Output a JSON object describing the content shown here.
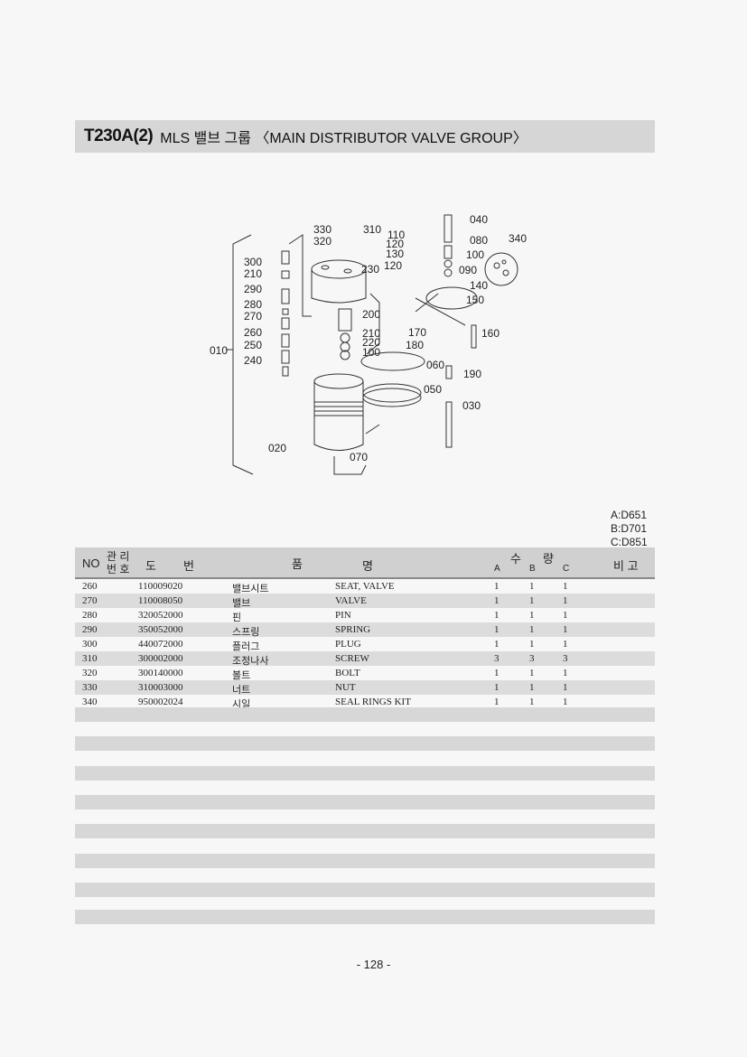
{
  "header": {
    "code": "T230A(2)",
    "title": "MLS 밸브 그룹 〈MAIN DISTRIBUTOR VALVE GROUP〉"
  },
  "diagram_labels": [
    "330",
    "320",
    "310",
    "110",
    "120",
    "130",
    "120",
    "230",
    "300",
    "210",
    "290",
    "280",
    "270",
    "260",
    "250",
    "240",
    "010",
    "200",
    "210",
    "220",
    "100",
    "040",
    "080",
    "340",
    "100",
    "090",
    "140",
    "150",
    "160",
    "170",
    "180",
    "060",
    "190",
    "050",
    "030",
    "020",
    "070"
  ],
  "models": [
    "A:D651",
    "B:D701",
    "C:D851"
  ],
  "table": {
    "headers": {
      "no": "NO",
      "mgmt_top": "관 리",
      "mgmt_bottom": "번 호",
      "drawing": "도",
      "number": "번",
      "item": "품",
      "name": "명",
      "qty": "수",
      "qty2": "량",
      "a": "A",
      "b": "B",
      "c": "C",
      "remark": "비 고"
    },
    "rows": [
      {
        "no": "260",
        "part": "110009020",
        "kr": "밸브시트",
        "en": "SEAT, VALVE",
        "a": "1",
        "b": "1",
        "c": "1"
      },
      {
        "no": "270",
        "part": "110008050",
        "kr": "밸브",
        "en": "VALVE",
        "a": "1",
        "b": "1",
        "c": "1"
      },
      {
        "no": "280",
        "part": "320052000",
        "kr": "핀",
        "en": "PIN",
        "a": "1",
        "b": "1",
        "c": "1"
      },
      {
        "no": "290",
        "part": "350052000",
        "kr": "스프링",
        "en": "SPRING",
        "a": "1",
        "b": "1",
        "c": "1"
      },
      {
        "no": "300",
        "part": "440072000",
        "kr": "플러그",
        "en": "PLUG",
        "a": "1",
        "b": "1",
        "c": "1"
      },
      {
        "no": "310",
        "part": "300002000",
        "kr": "조정나사",
        "en": "SCREW",
        "a": "3",
        "b": "3",
        "c": "3"
      },
      {
        "no": "320",
        "part": "300140000",
        "kr": "볼트",
        "en": "BOLT",
        "a": "1",
        "b": "1",
        "c": "1"
      },
      {
        "no": "330",
        "part": "310003000",
        "kr": "너트",
        "en": "NUT",
        "a": "1",
        "b": "1",
        "c": "1"
      },
      {
        "no": "340",
        "part": "950002024",
        "kr": "시일",
        "en": "SEAL RINGS KIT",
        "a": "1",
        "b": "1",
        "c": "1"
      }
    ]
  },
  "footer": {
    "page": "- 128 -"
  }
}
